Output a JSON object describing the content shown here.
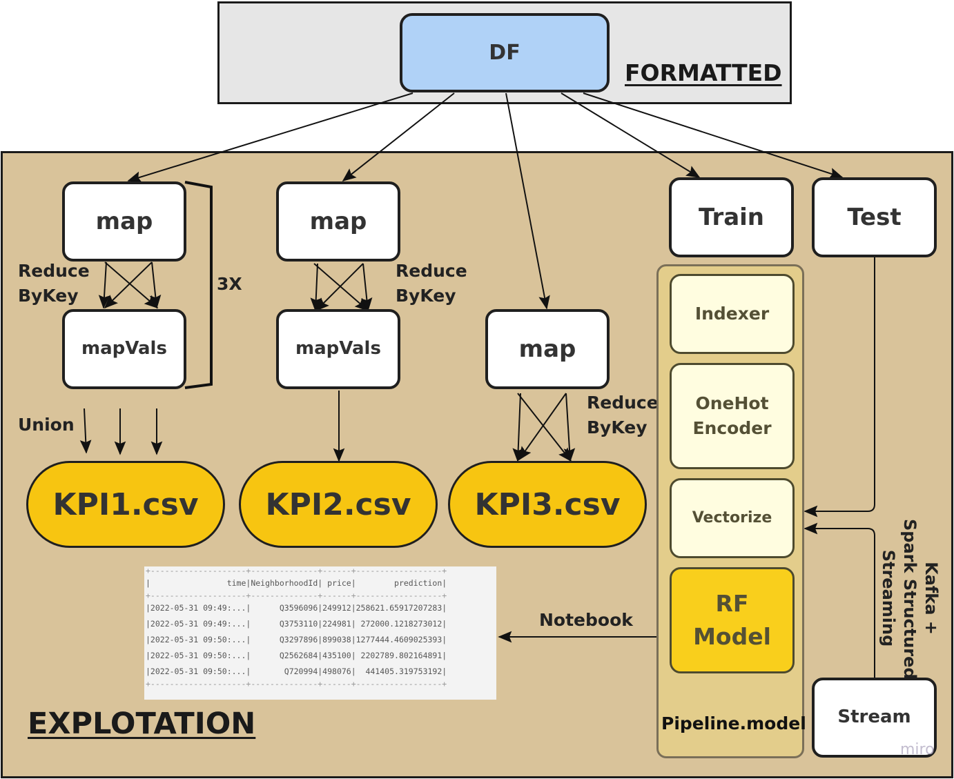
{
  "zones": {
    "formatted": {
      "title": "FORMATTED",
      "color": "#e6e6e6"
    },
    "explotation": {
      "title": "EXPLOTATION",
      "color": "#d9c39a"
    }
  },
  "nodes": {
    "df": {
      "label": "DF",
      "color": "#b0d2f7"
    },
    "kpi1_map": {
      "label": "map"
    },
    "kpi1_mapvals": {
      "label": "mapVals"
    },
    "kpi2_map": {
      "label": "map"
    },
    "kpi2_mapvals": {
      "label": "mapVals"
    },
    "kpi3_map": {
      "label": "map"
    },
    "train": {
      "label": "Train"
    },
    "test": {
      "label": "Test"
    },
    "stream": {
      "label": "Stream"
    }
  },
  "outputs": [
    {
      "label": "KPI1.csv",
      "color": "#f7c511"
    },
    {
      "label": "KPI2.csv",
      "color": "#f7c511"
    },
    {
      "label": "KPI3.csv",
      "color": "#f7c511"
    }
  ],
  "pipeline": {
    "title": "Pipeline.model",
    "stages": [
      {
        "label": "Indexer"
      },
      {
        "label": "OneHot\nEncoder"
      },
      {
        "label": "Vectorize"
      },
      {
        "label": "RF\nModel",
        "color": "#f9cf1c"
      }
    ]
  },
  "edge_labels": {
    "reduce_bykey_1": "Reduce\nByKey",
    "reduce_bykey_2": "Reduce\nByKey",
    "reduce_bykey_3": "Reduce\nByKey",
    "repeat": "3X",
    "union": "Union",
    "notebook": "Notebook",
    "streaming": "Kafka +\nSpark Structured\nStreaming"
  },
  "result_table": {
    "columns": [
      "time",
      "NeighborhoodId",
      "price",
      "prediction"
    ],
    "rows": [
      [
        "2022-05-31 09:49:...",
        "Q3596096",
        "249912",
        "258621.65917207283"
      ],
      [
        "2022-05-31 09:49:...",
        "Q3753110",
        "224981",
        "272000.1218273012"
      ],
      [
        "2022-05-31 09:50:...",
        "Q3297896",
        "899038",
        "1277444.4609025393"
      ],
      [
        "2022-05-31 09:50:...",
        "Q2562684",
        "435100",
        "2202789.802164891"
      ],
      [
        "2022-05-31 09:50:...",
        "Q720994",
        "498076",
        "441405.319753192"
      ]
    ]
  },
  "watermark": "miro"
}
